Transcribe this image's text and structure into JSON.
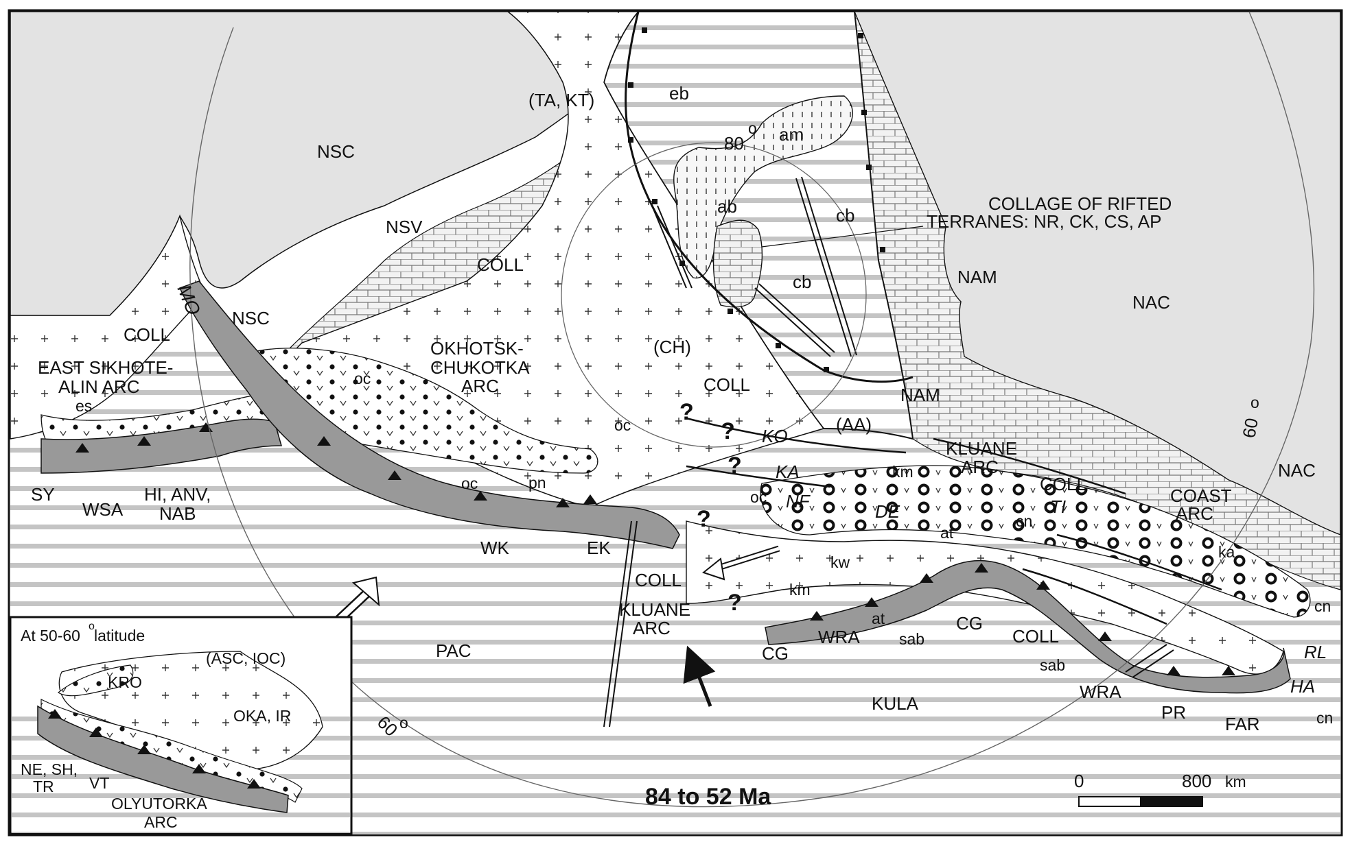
{
  "title": "84 to 52 Ma",
  "scale": {
    "start": "0",
    "end": "800",
    "unit": "km"
  },
  "latitude_labels": {
    "lat80": "80",
    "lat60_ne": "60",
    "lat60_sw": "60",
    "degree": "o"
  },
  "plates": {
    "nsc_north": "NSC",
    "nsc_west": "NSC",
    "nsv": "NSV",
    "coll_main": "COLL",
    "coll_west": "COLL",
    "coll_mid": "COLL",
    "coll_south": "COLL",
    "coll_se": "COLL",
    "coll_east": "COLL",
    "nam_north": "NAM",
    "nam_south": "NAM",
    "nac_north": "NAC",
    "nac_east": "NAC",
    "pac": "PAC",
    "kula": "KULA",
    "far": "FAR",
    "ch": "(CH)",
    "aa": "(AA)",
    "ta_kt": "(TA, KT)"
  },
  "basins": {
    "eb": "eb",
    "am": "am",
    "ab": "ab",
    "cb_north": "cb",
    "cb_south": "cb"
  },
  "arcs": {
    "east_sikhote_1": "EAST SIKHOTE-",
    "east_sikhote_2": "ALIN ARC",
    "okhotsk_1": "OKHOTSK-",
    "okhotsk_2": "CHUKOTKA",
    "okhotsk_3": "ARC",
    "kluane_n_1": "KLUANE",
    "kluane_n_2": "ARC",
    "kluane_s_1": "KLUANE",
    "kluane_s_2": "ARC",
    "coast_1": "COAST",
    "coast_2": "ARC"
  },
  "collage": {
    "line1": "COLLAGE OF RIFTED",
    "line2": "TERRANES: NR, CK, CS, AP"
  },
  "units": {
    "mo": "MO",
    "es": "es",
    "sy": "SY",
    "wsa": "WSA",
    "hi_1": "HI, ANV,",
    "hi_2": "NAB",
    "oc1": "oc",
    "oc2": "oc",
    "oc3": "oc",
    "oc4": "oc",
    "pn": "pn",
    "wk": "WK",
    "ek": "EK",
    "km1": "km",
    "km2": "km",
    "kw": "kw",
    "at1": "at",
    "at2": "at",
    "sab1": "sab",
    "sab2": "sab",
    "cg1": "CG",
    "cg2": "CG",
    "wra1": "WRA",
    "wra2": "WRA",
    "cn1": "cn",
    "cn2": "cn",
    "cn3": "cn",
    "ka": "ka",
    "pr": "PR",
    "q": "?"
  },
  "faults": {
    "ko": "KO",
    "ka": "KA",
    "nf": "NF",
    "de": "DE",
    "ti": "TI",
    "rl": "RL",
    "ha": "HA"
  },
  "inset": {
    "title_1": "At 50-60",
    "title_deg": "o",
    "title_2": " latitude",
    "asc": "(ASC, IOC)",
    "kro": "KRO",
    "oka": "OKA, IR",
    "ne_1": "NE, SH,",
    "ne_2": "TR",
    "vt": "VT",
    "oly_1": "OLYUTORKA",
    "oly_2": "ARC"
  }
}
